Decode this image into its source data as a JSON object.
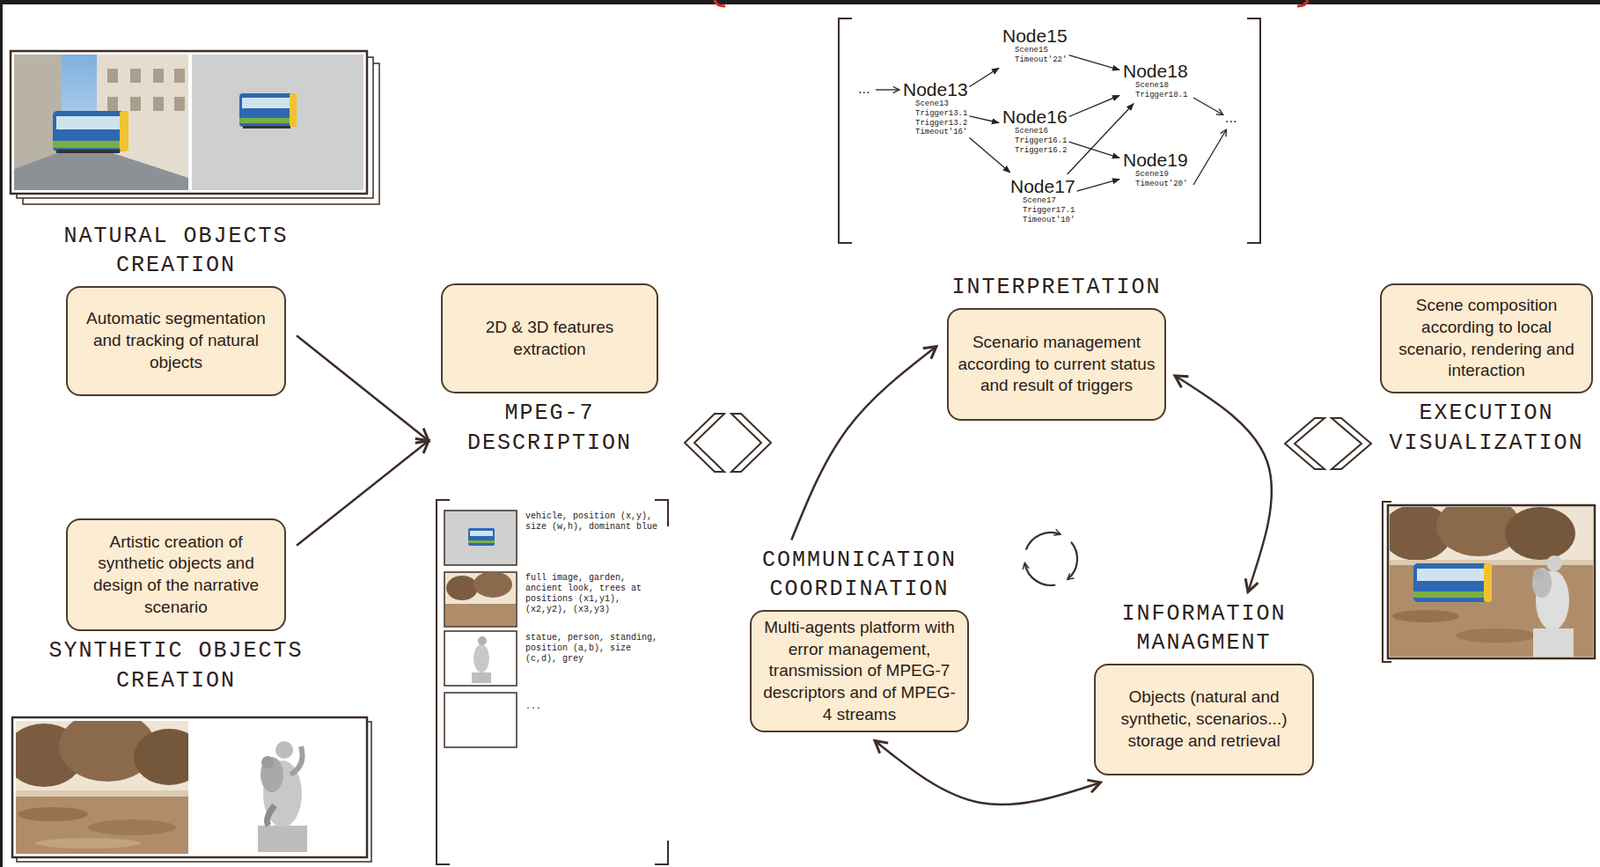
{
  "diagram": {
    "nodes": [
      {
        "text": [
          "NATURAL OBJECTS CREATION",
          "Automatic segmentation and tracking of natural objects"
        ]
      },
      {
        "text": [
          "Artistic creation of synthetic objects and design of the narrative scenario",
          "SYNTHETIC OBJECTS CREATION"
        ]
      },
      {
        "text": [
          "2D & 3D features extraction",
          "MPEG-7 DESCRIPTION"
        ]
      },
      {
        "text": [
          "Node13",
          "Scene13 Trigger13.1 Trigger13.2 Timeout'16'"
        ]
      },
      {
        "text": [
          "Node15",
          "Scene15 Timeout'22'"
        ]
      },
      {
        "text": [
          "Node16",
          "Scene16 Trigger16.1 Trigger16.2"
        ]
      },
      {
        "text": [
          "Node17",
          "Scene17 Trigger17.1 Timeout'10'"
        ]
      },
      {
        "text": [
          "Node18",
          "Scene18 Trigger18.1"
        ]
      },
      {
        "text": [
          "Node19",
          "Scene19 Timeout'20'"
        ]
      },
      {
        "text": [
          "INTERPRETATION",
          "Scenario management according to current status and result of triggers"
        ]
      },
      {
        "text": [
          "COMMUNICATION COORDINATION",
          "Multi-agents platform with error management, transmission of MPEG-7 descriptors and of MPEG-4 streams"
        ]
      },
      {
        "text": [
          "INFORMATION MANAGMENT",
          "Objects (natural and synthetic, scenarios...) storage and retrieval"
        ]
      },
      {
        "text": [
          "Scene composition according to local scenario, rendering and interaction",
          "EXECUTION VISUALIZATION"
        ]
      }
    ],
    "edges": [
      {
        "from": 0,
        "to": 2,
        "arrow": "to"
      },
      {
        "from": 1,
        "to": 2,
        "arrow": "to"
      },
      {
        "from": 3,
        "to": 4,
        "arrow": "to"
      },
      {
        "from": 3,
        "to": 5,
        "arrow": "to"
      },
      {
        "from": 3,
        "to": 6,
        "arrow": "to"
      },
      {
        "from": 4,
        "to": 7,
        "arrow": "to"
      },
      {
        "from": 5,
        "to": 7,
        "arrow": "to"
      },
      {
        "from": 5,
        "to": 8,
        "arrow": "to"
      },
      {
        "from": 6,
        "to": 7,
        "arrow": "to"
      },
      {
        "from": 6,
        "to": 8,
        "arrow": "to"
      },
      {
        "from": 10,
        "to": 9,
        "arrow": "to"
      },
      {
        "from": 9,
        "to": 11,
        "arrow": "both"
      },
      {
        "from": 11,
        "to": 10,
        "arrow": "both"
      }
    ],
    "labels": [
      "...",
      "...",
      "vehicle, position (x,y), size (w,h), dominant blue",
      "full image, garden, ancient look, trees at positions (x1,y1), (x2,y2), (x3,y3)",
      "statue, person, standing, position (a,b), size (c,d), grey",
      "..."
    ]
  }
}
